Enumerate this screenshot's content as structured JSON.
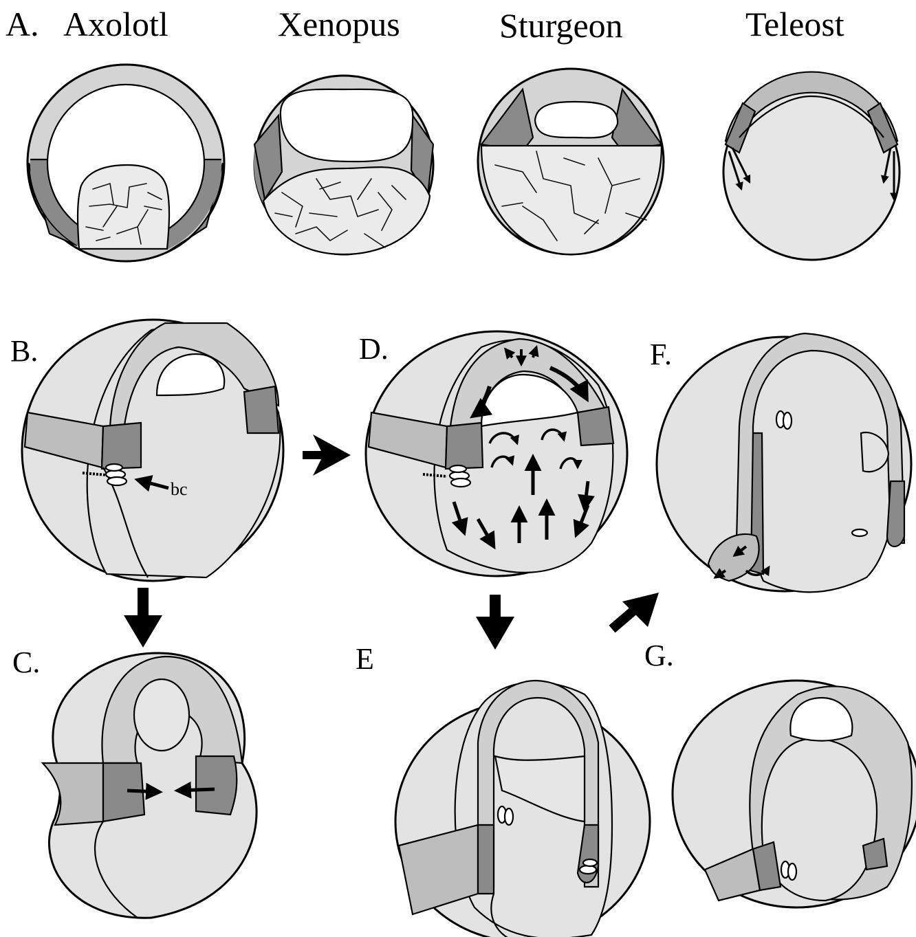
{
  "labels": {
    "a": "A.",
    "axolotl": "Axolotl",
    "xenopus": "Xenopus",
    "sturgeon": "Sturgeon",
    "teleost": "Teleost",
    "b": "B.",
    "c": "C.",
    "d": "D.",
    "e": "E",
    "f": "F.",
    "g": "G.",
    "bc": "bc"
  },
  "colors": {
    "background": "#ffffff",
    "yolk": "#e3e3e3",
    "animal_cap": "#cfcfcf",
    "marginal_zone": "#8a8a8a",
    "ring_band": "#bdbdbd",
    "outline": "#000000"
  }
}
